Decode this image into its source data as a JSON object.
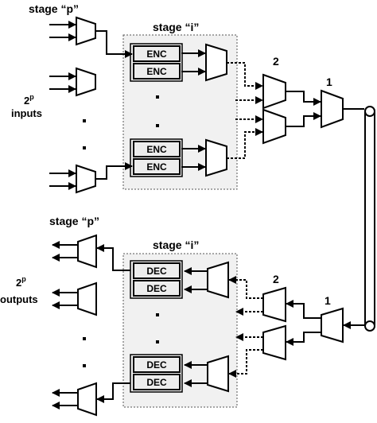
{
  "encoder": {
    "stage_p_label": "stage “p”",
    "stage_i_label": "stage “i”",
    "inputs_label_base": "2",
    "inputs_label_sup": "p",
    "inputs_label_word": "inputs",
    "block_labels": [
      "ENC",
      "ENC",
      "ENC",
      "ENC"
    ],
    "level2_label": "2",
    "level1_label": "1"
  },
  "decoder": {
    "stage_p_label": "stage “p”",
    "stage_i_label": "stage “i”",
    "outputs_label_base": "2",
    "outputs_label_sup": "p",
    "outputs_label_word": "outputs",
    "block_labels": [
      "DEC",
      "DEC",
      "DEC",
      "DEC"
    ],
    "level2_label": "2",
    "level1_label": "1"
  }
}
